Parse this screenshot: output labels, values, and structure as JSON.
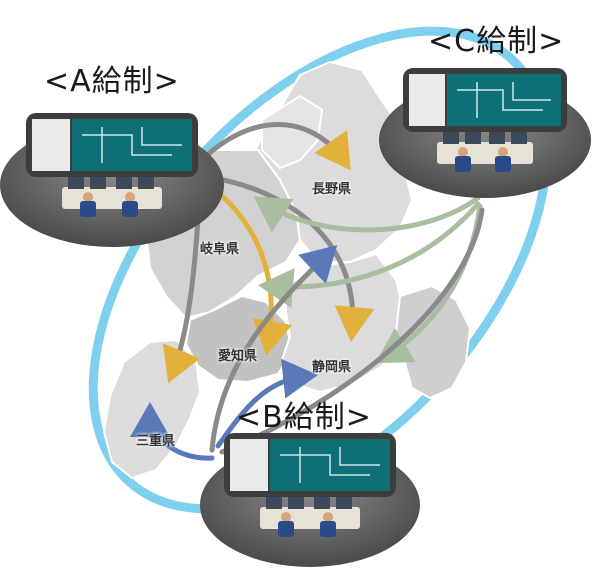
{
  "centers": {
    "a": {
      "label": "<A給制>"
    },
    "b": {
      "label": "<B給制>"
    },
    "c": {
      "label": "<C給制>"
    }
  },
  "prefectures": {
    "nagano": "長野県",
    "gifu": "岐阜県",
    "aichi": "愛知県",
    "shizuoka": "静岡県",
    "mie": "三重県"
  },
  "colors": {
    "ring": "#7fd0ee",
    "map_fill": "#dcdcdc",
    "map_dark": "#c2c2c2",
    "map_stroke": "#ffffff",
    "arrow_gray": "#8a8a8a",
    "arrow_gold": "#e2b13c",
    "arrow_blue": "#5a79b8",
    "arrow_green": "#a9bea0",
    "platform": "#5e5e5e",
    "screen_frame": "#3d3d3d",
    "screen_bg": "#0f6f77"
  }
}
